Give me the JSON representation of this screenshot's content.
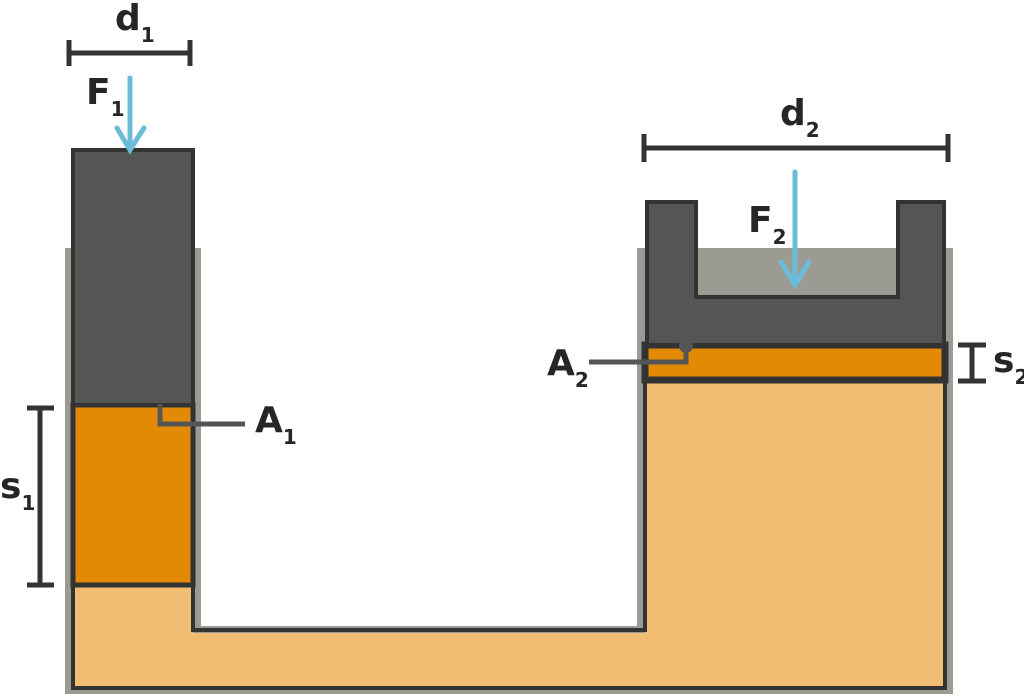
{
  "title": "Hydraulic press diagram",
  "labels": {
    "d1": {
      "main": "d",
      "sub": "1"
    },
    "F1": {
      "main": "F",
      "sub": "1"
    },
    "A1": {
      "main": "A",
      "sub": "1"
    },
    "s1": {
      "main": "s",
      "sub": "1"
    },
    "d2": {
      "main": "d",
      "sub": "2"
    },
    "F2": {
      "main": "F",
      "sub": "2"
    },
    "A2": {
      "main": "A",
      "sub": "2"
    },
    "s2": {
      "main": "s",
      "sub": "2"
    }
  },
  "colors": {
    "container": "#9b9b93",
    "fluid": "#f0bd72",
    "displaced_fluid": "#e38a05",
    "piston": "#555555",
    "outline": "#333333",
    "force_arrow": "#6bbcd9"
  }
}
